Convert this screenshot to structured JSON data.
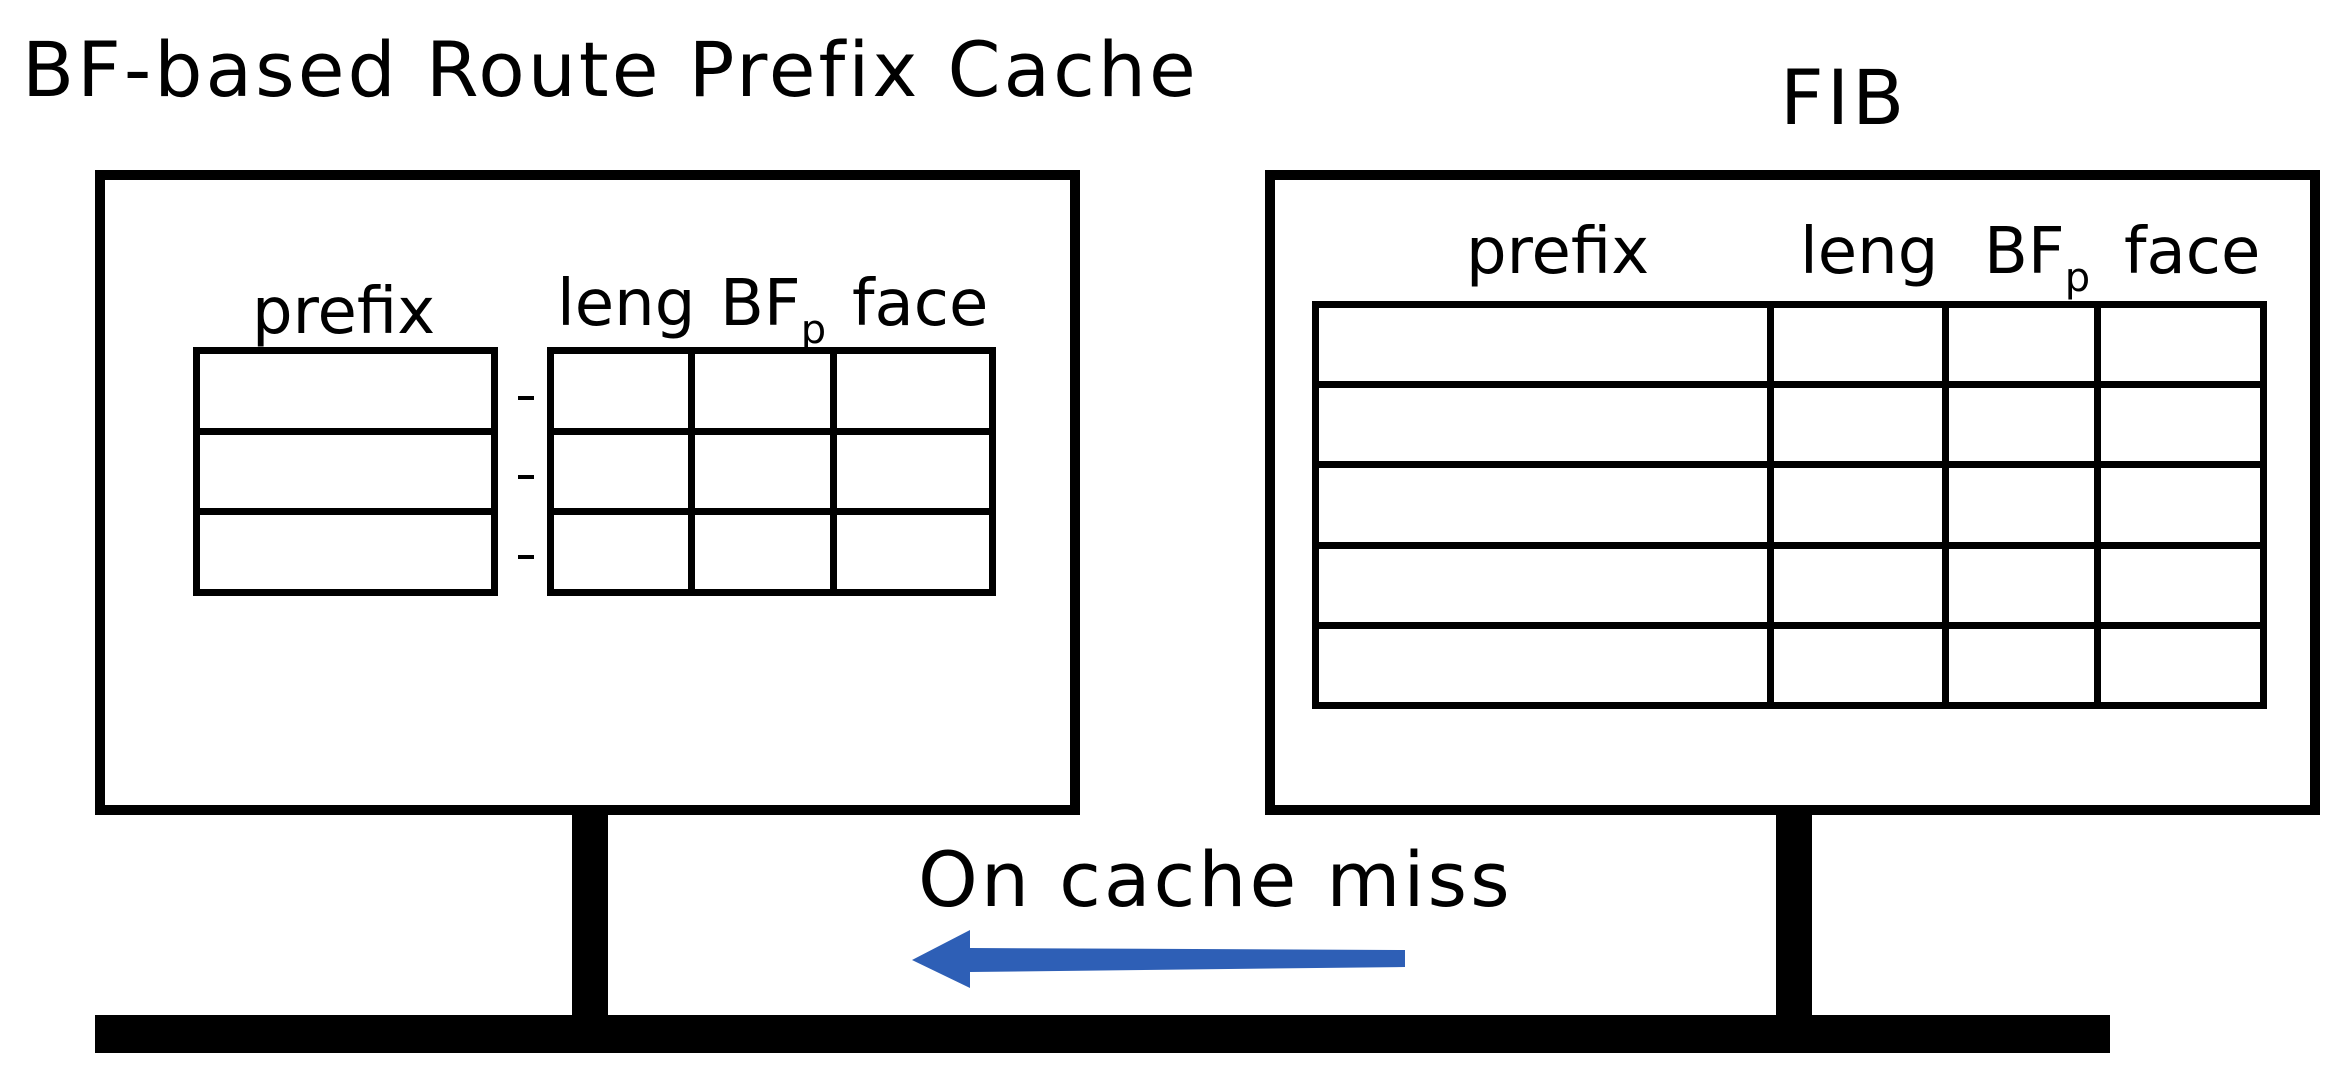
{
  "cache": {
    "title": "BF-based Route Prefix Cache",
    "columns": {
      "prefix": "prefix",
      "leng": "leng",
      "bf": "BF",
      "bf_sub": "p",
      "face": "face"
    },
    "row_count": 3
  },
  "fib": {
    "title": "FIB",
    "columns": {
      "prefix": "prefix",
      "leng": "leng",
      "bf": "BF",
      "bf_sub": "p",
      "face": "face"
    },
    "row_count": 5
  },
  "arrow": {
    "label": "On cache miss",
    "color": "#2e5fb6"
  }
}
